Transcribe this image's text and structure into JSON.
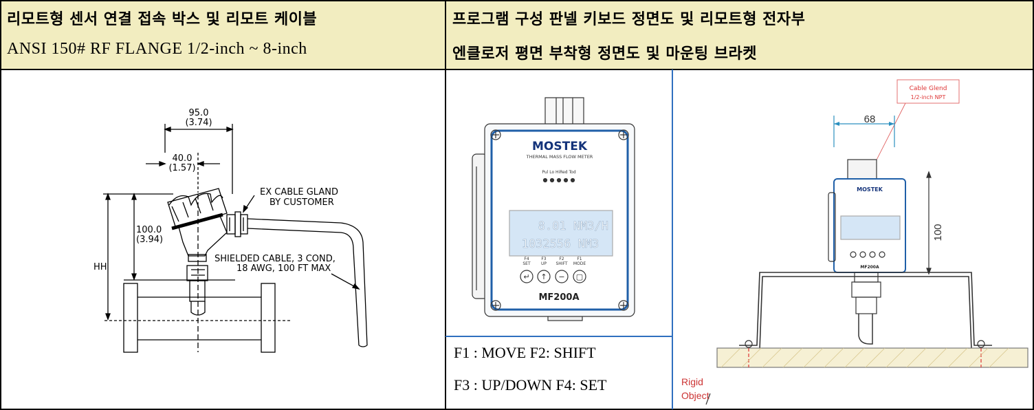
{
  "left_panel": {
    "title_line1": "리모트형 센서 연결 접속 박스 및 리모트 케이블",
    "title_line2": "ANSI 150# RF FLANGE 1/2-inch  ~ 8-inch",
    "drawing": {
      "width_outer": "95.0",
      "width_outer_in": "(3.74)",
      "width_inner": "40.0",
      "width_inner_in": "(1.57)",
      "height": "100.0",
      "height_in": "(3.94)",
      "hh_label": "HH",
      "gland_note_1": "EX CABLE GLAND",
      "gland_note_2": "BY CUSTOMER",
      "cable_note_1": "SHIELDED CABLE, 3 COND,",
      "cable_note_2": "18 AWG, 100 FT MAX"
    }
  },
  "right_panel": {
    "title_line1": "프로그램 구성 판넬 키보드 정면도 및 리모트형 전자부",
    "title_line2": "엔클로저  평면 부착형 정면도 및  마운팅 브라켓",
    "device": {
      "brand": "MOSTEK",
      "subtitle": "THERMAL MASS FLOW METER",
      "leds": "Pul  Lo  HiRed  Tod",
      "display_line1": "8.01 NM3/H",
      "display_line2": "1032556 NM3",
      "keys": [
        {
          "code": "F4",
          "label": "SET",
          "symbol": "↵"
        },
        {
          "code": "F3",
          "label": "UP",
          "symbol": "↑"
        },
        {
          "code": "F2",
          "label": "SHIFT",
          "symbol": "−"
        },
        {
          "code": "F1",
          "label": "MODE",
          "symbol": "▢"
        }
      ],
      "model": "MF200A"
    },
    "key_legend_line1": "F1 : MOVE   F2: SHIFT",
    "key_legend_line2": "F3 : UP/DOWN   F4: SET",
    "mount": {
      "gland_label_1": "Cable Glend",
      "gland_label_2": "1/2-inch NPT",
      "dim_width": "68",
      "dim_height": "100",
      "rigid_1": "Rigid",
      "rigid_2": "Object",
      "small_brand": "MOSTEK",
      "small_model": "MF200A"
    }
  }
}
